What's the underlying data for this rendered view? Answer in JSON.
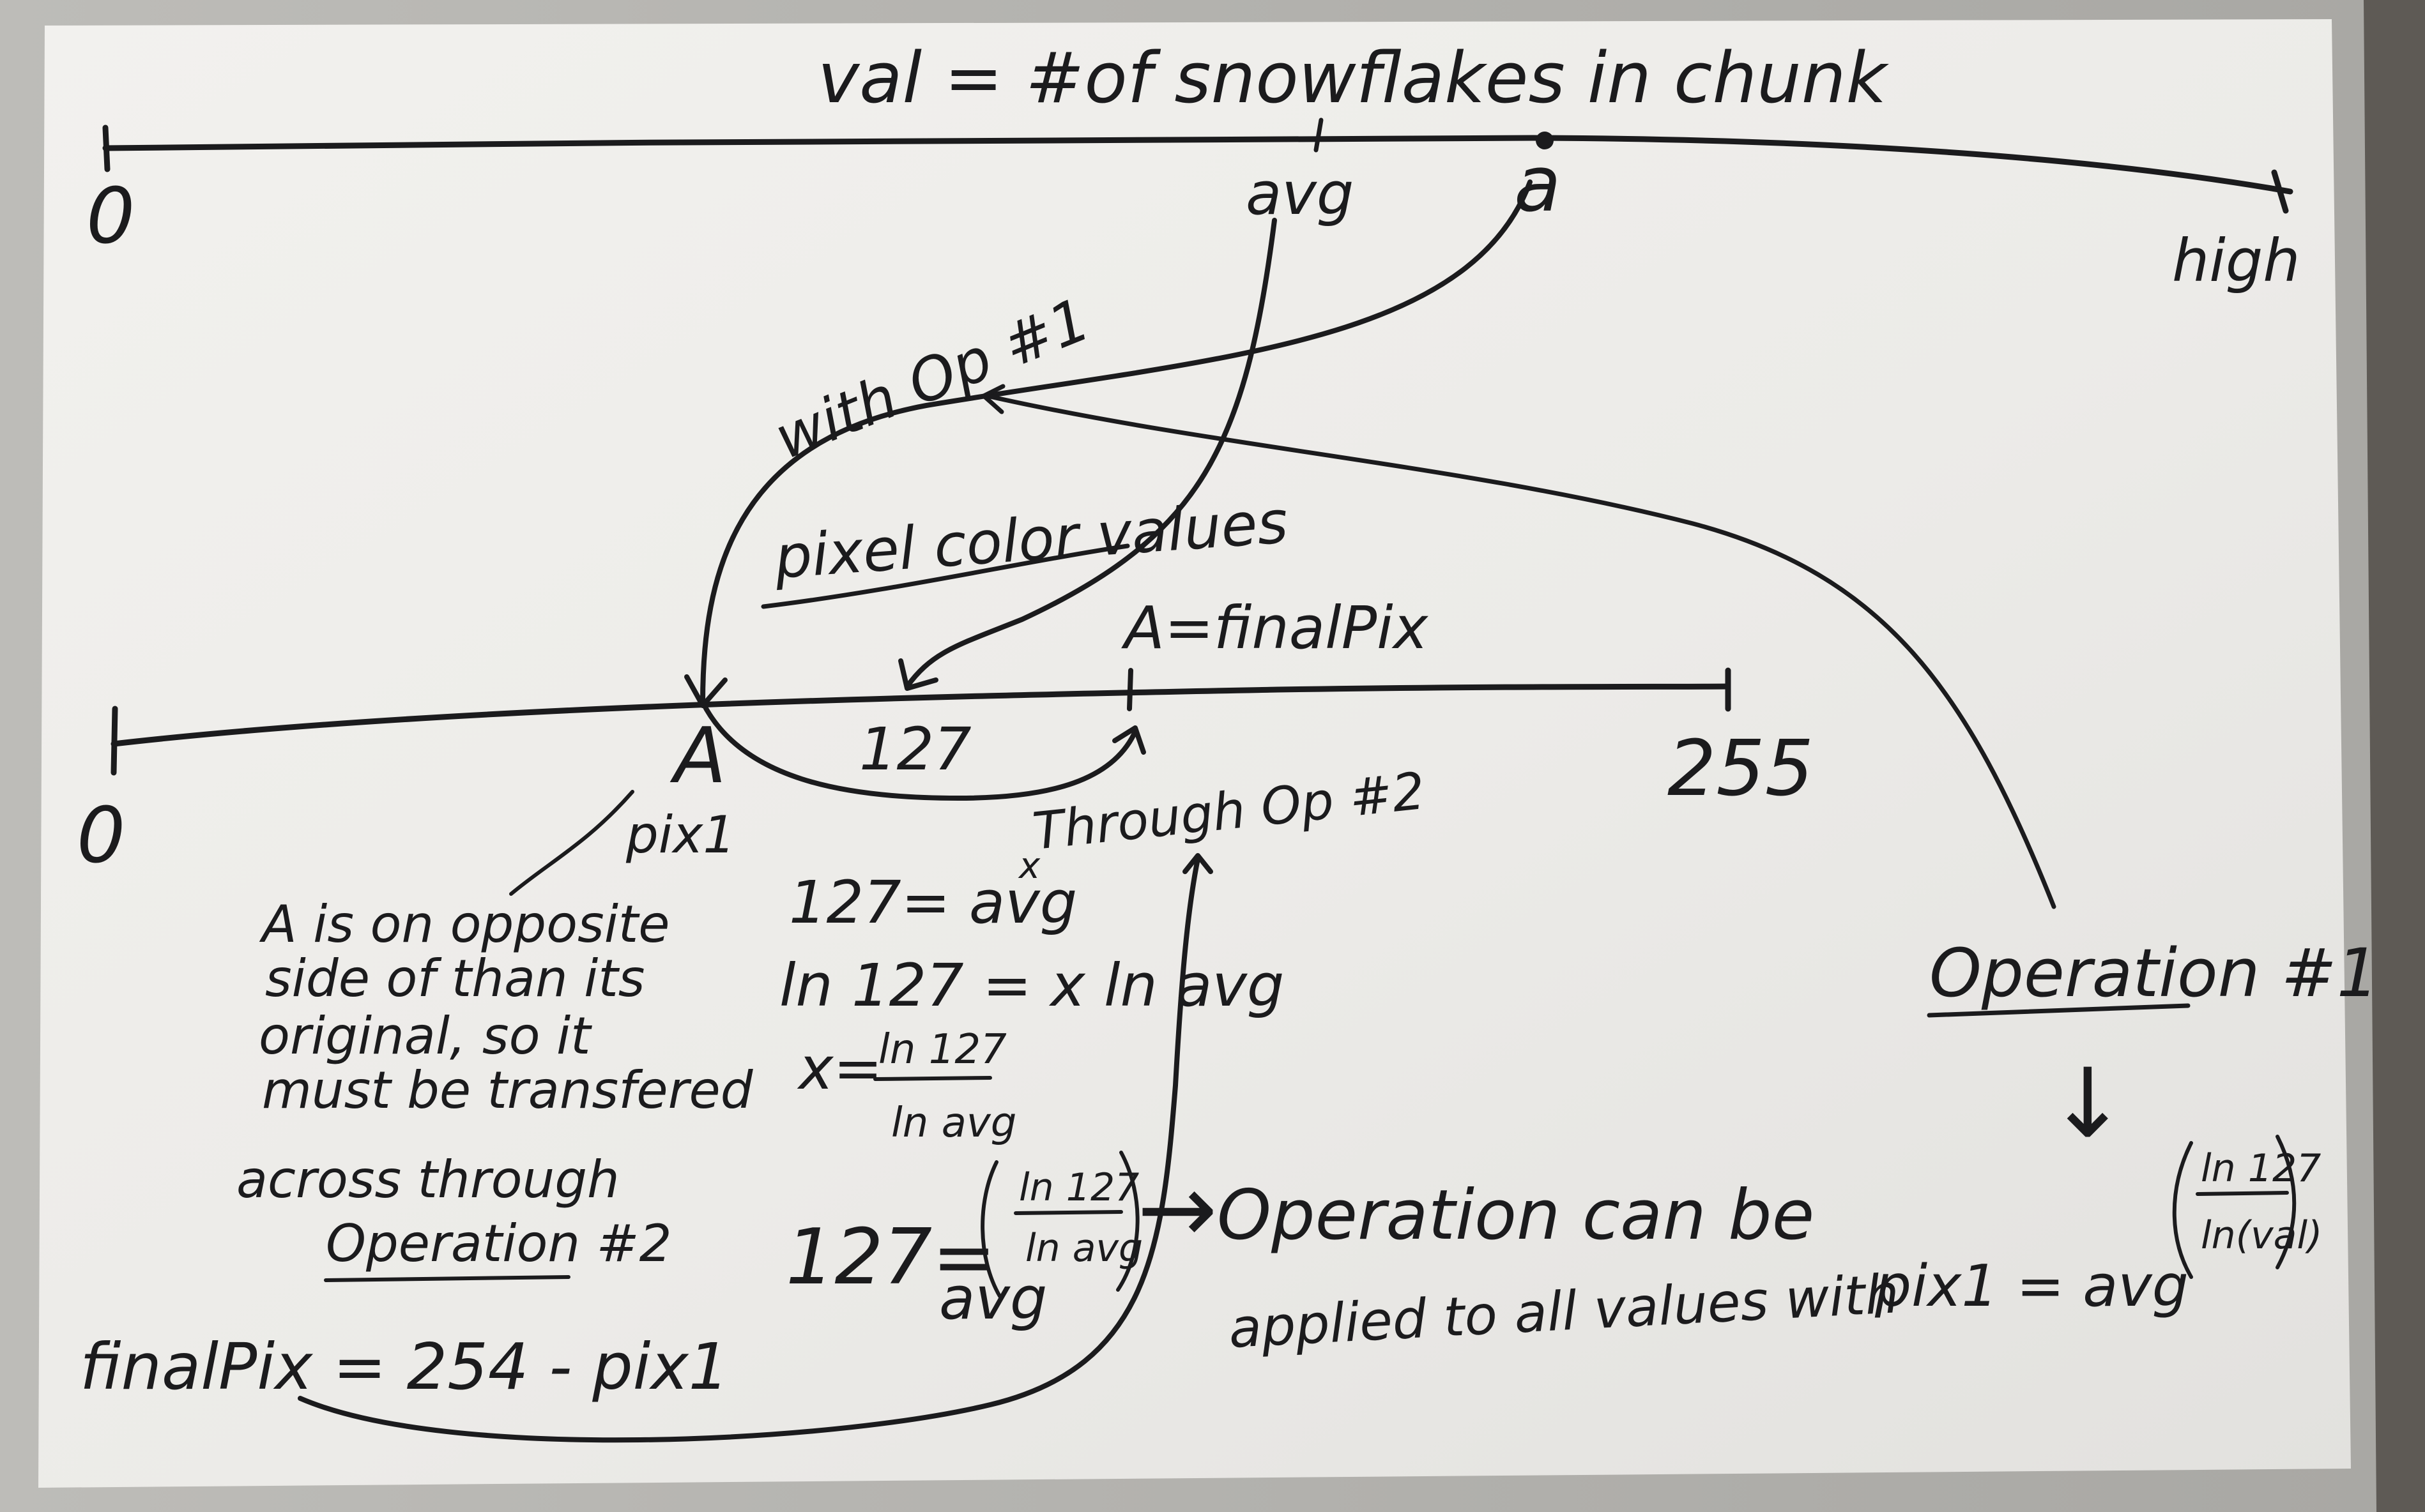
{
  "title": "val = #of snowflakes in chunk",
  "top_axis": {
    "start": "0",
    "avg": "avg",
    "a": "a",
    "end": "high"
  },
  "bottom_axis": {
    "start": "0",
    "A": "A",
    "mid": "127",
    "end": "255",
    "final_label": "A=finalPix",
    "pix_label": "pix1"
  },
  "labels": {
    "with_op1": "with Op #1",
    "pixel_color_values": "pixel color values",
    "through_op2": "Through Op #2",
    "operation1_heading": "Operation #1",
    "arrow_down": "↓"
  },
  "note": {
    "line1": "A is on opposite",
    "line2": "side of than its",
    "line3": "original, so it",
    "line4": "must be transfered",
    "line5": "across through",
    "line6": "Operation #2"
  },
  "final_formula": "finalPix = 254 - pix1",
  "derivation": {
    "eq1_lhs": "127= avg",
    "eq1_exp": "x",
    "eq2": "ln 127 = x ln avg",
    "eq3_lhs": "x=",
    "eq3_num": "ln 127",
    "eq3_den": "ln avg",
    "eq4_lhs": "127=",
    "eq4_base": "avg",
    "eq4_num": "ln 127",
    "eq4_den": "ln avg"
  },
  "operation_text": {
    "arrow": "→",
    "line1": "Operation can be",
    "line2": "applied to all values with",
    "formula_lhs": "pix1 = avg",
    "formula_num": "ln 127",
    "formula_den": "ln(val)"
  }
}
